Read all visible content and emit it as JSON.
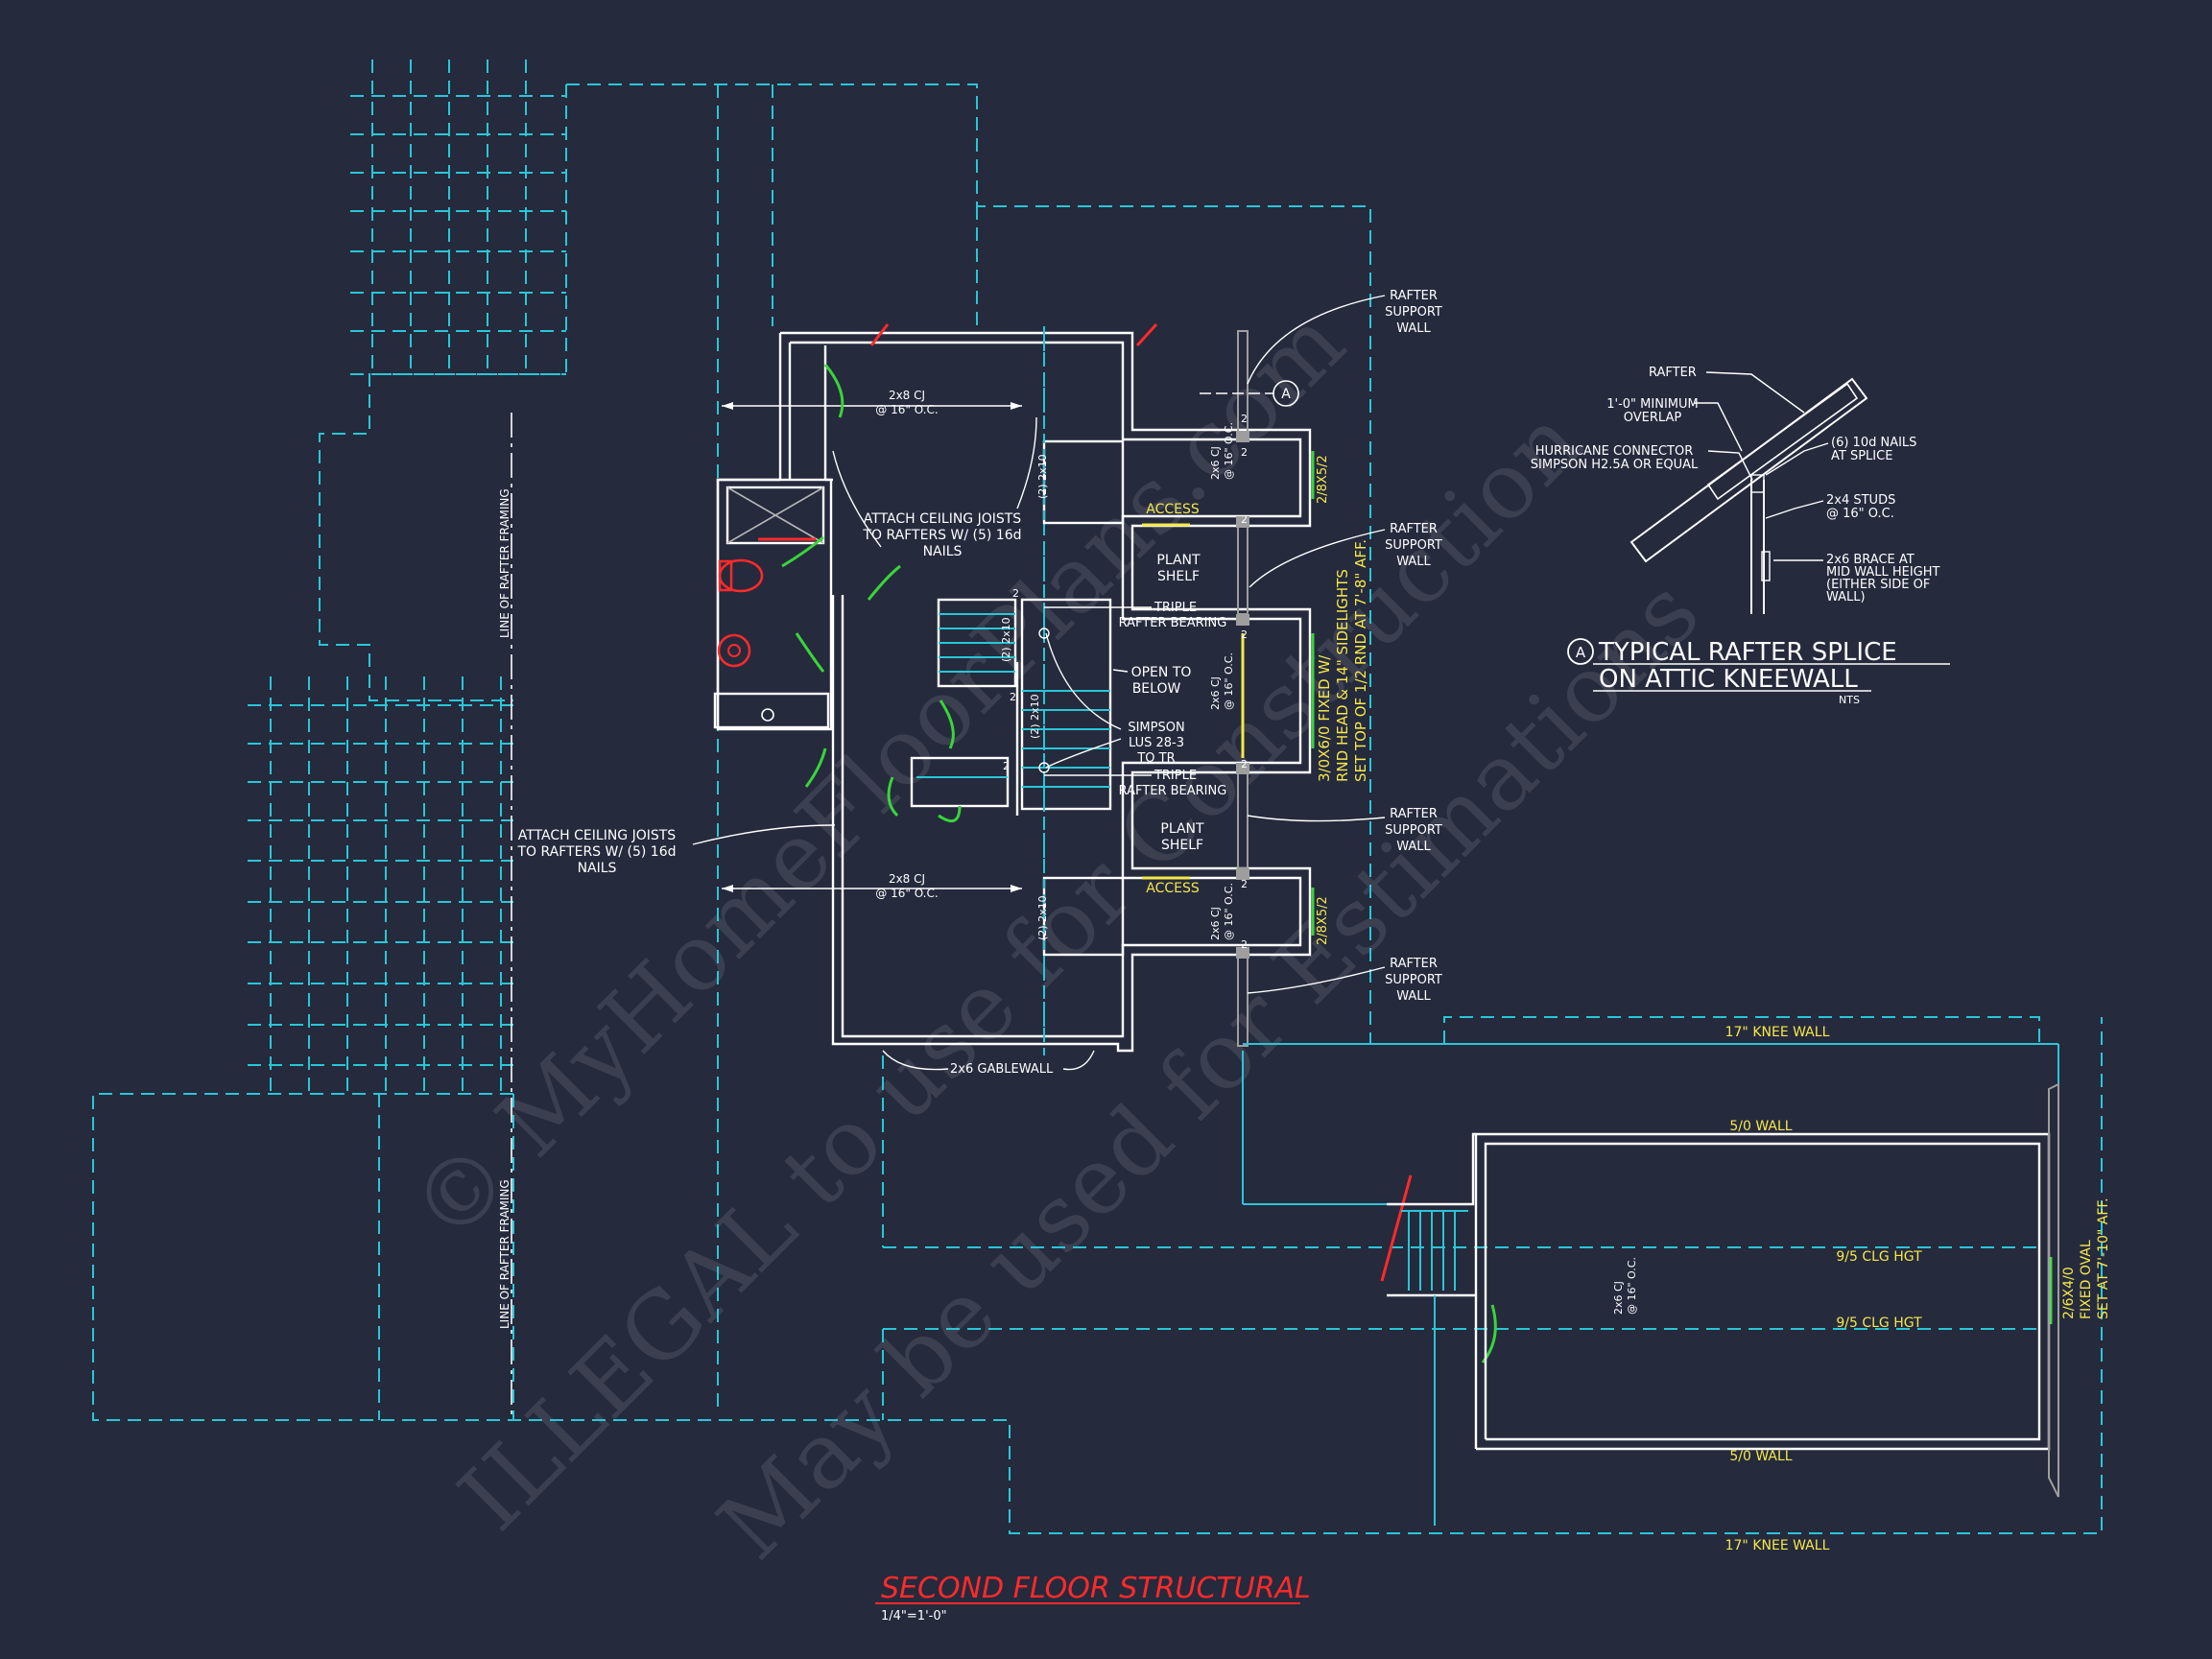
{
  "labels": {
    "rafter_support_wall_1": [
      "RAFTER",
      "SUPPORT",
      "WALL"
    ],
    "rafter_support_wall_2": [
      "RAFTER",
      "SUPPORT",
      "WALL"
    ],
    "rafter_support_wall_3": [
      "RAFTER",
      "SUPPORT",
      "WALL"
    ],
    "rafter_support_wall_4": [
      "RAFTER",
      "SUPPORT",
      "WALL"
    ],
    "cj_top": [
      "2x8 CJ",
      "@ 16\" O.C."
    ],
    "cj_bottom": [
      "2x8 CJ",
      "@ 16\" O.C."
    ],
    "attach_joists_upper": [
      "ATTACH CEILING JOISTS",
      "TO RAFTERS W/ (5) 16d",
      "NAILS"
    ],
    "attach_joists_lower": [
      "ATTACH CEILING JOISTS",
      "TO RAFTERS W/ (5) 16d",
      "NAILS"
    ],
    "access_1": "ACCESS",
    "access_2": "ACCESS",
    "plant_shelf_1": [
      "PLANT",
      "SHELF"
    ],
    "plant_shelf_2": [
      "PLANT",
      "SHELF"
    ],
    "triple_bearing_1": [
      "TRIPLE",
      "RAFTER BEARING"
    ],
    "triple_bearing_2": [
      "TRIPLE",
      "RAFTER BEARING"
    ],
    "open_to_below": [
      "OPEN TO",
      "BELOW"
    ],
    "simpson": [
      "SIMPSON",
      "LUS 28-3",
      "TO TR"
    ],
    "cj_2x6": [
      "2x6 CJ",
      "@ 16\" O.C."
    ],
    "header_2x10": "(2) 2x10",
    "window_top": "2/8X5/2",
    "window_bottom": "2/8X5/2",
    "window_center": [
      "3/0X6/0 FIXED W/",
      "RND HEAD & 14\" SIDELIGHTS",
      "SET TOP OF 1/2 RND AT 7'-8\" AFF."
    ],
    "line_of_rafter_framing": "LINE OF RAFTER FRAMING",
    "gablewall": "2x6 GABLEWALL",
    "knee_wall_17_top": "17\" KNEE WALL",
    "knee_wall_17_bottom": "17\" KNEE WALL",
    "wall_5_0_top": "5/0 WALL",
    "wall_5_0_bottom": "5/0 WALL",
    "clg_hgt_1": "9/5 CLG HGT",
    "clg_hgt_2": "9/5 CLG HGT",
    "bonus_cj": [
      "2x6 CJ",
      "@ 16\" O.C."
    ],
    "oval_window": [
      "2/6X4/0",
      "FIXED OVAL",
      "SET AT 7'-10\" AFF."
    ],
    "section_marker": "A",
    "post_number": "2"
  },
  "detail": {
    "marker": "A",
    "title_line1": "TYPICAL RAFTER SPLICE",
    "title_line2": "ON ATTIC KNEEWALL",
    "scale": "NTS",
    "rafter": "RAFTER",
    "overlap": [
      "1'-0\" MINIMUM",
      "OVERLAP"
    ],
    "hurricane": [
      "HURRICANE CONNECTOR",
      "SIMPSON H2.5A OR EQUAL"
    ],
    "nails": [
      "(6) 10d NAILS",
      "AT SPLICE"
    ],
    "studs": [
      "2x4 STUDS",
      "@ 16\" O.C."
    ],
    "brace": [
      "2x6 BRACE AT",
      "MID WALL HEIGHT",
      "(EITHER SIDE OF",
      "WALL)"
    ]
  },
  "sheet_title": "SECOND FLOOR STRUCTURAL",
  "sheet_scale": "1/4\"=1'-0\"",
  "watermark": {
    "line1": "© MyHomeFloorPlans.com",
    "line2": "ILLEGAL to use for Construction",
    "line3": "May be used for Estimations"
  },
  "colors": {
    "background": "#252a3d",
    "dashed_lines": "#2ac6d6",
    "walls": "#ffffff",
    "doors": "#3ad43a",
    "title": "#ff2a2a",
    "notes_yellow": "#f5e84a"
  }
}
